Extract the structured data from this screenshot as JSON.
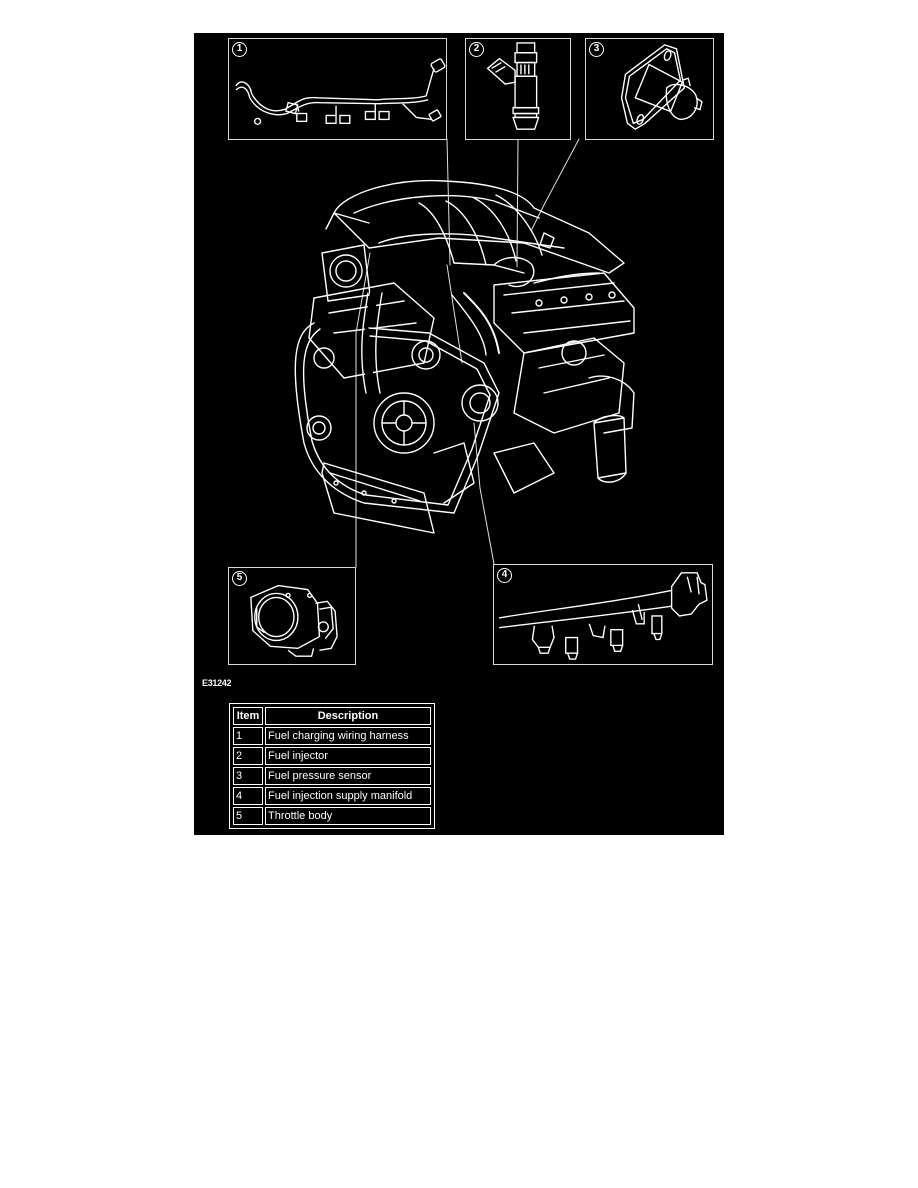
{
  "figure": {
    "id_label": "E31242",
    "background": "#000000",
    "line_color": "#ffffff",
    "main_illustration": "engine-assembly",
    "callouts": [
      {
        "number": "1",
        "part": "Fuel charging wiring harness",
        "icon": "wiring-harness-icon"
      },
      {
        "number": "2",
        "part": "Fuel injector",
        "icon": "fuel-injector-icon"
      },
      {
        "number": "3",
        "part": "Fuel pressure sensor",
        "icon": "fuel-pressure-sensor-icon"
      },
      {
        "number": "4",
        "part": "Fuel injection supply manifold",
        "icon": "fuel-rail-icon"
      },
      {
        "number": "5",
        "part": "Throttle body",
        "icon": "throttle-body-icon"
      }
    ]
  },
  "legend": {
    "headers": {
      "item": "Item",
      "description": "Description"
    },
    "rows": [
      {
        "item": "1",
        "description": "Fuel charging wiring harness"
      },
      {
        "item": "2",
        "description": "Fuel injector"
      },
      {
        "item": "3",
        "description": "Fuel pressure sensor"
      },
      {
        "item": "4",
        "description": "Fuel injection supply manifold"
      },
      {
        "item": "5",
        "description": "Throttle body"
      }
    ]
  }
}
